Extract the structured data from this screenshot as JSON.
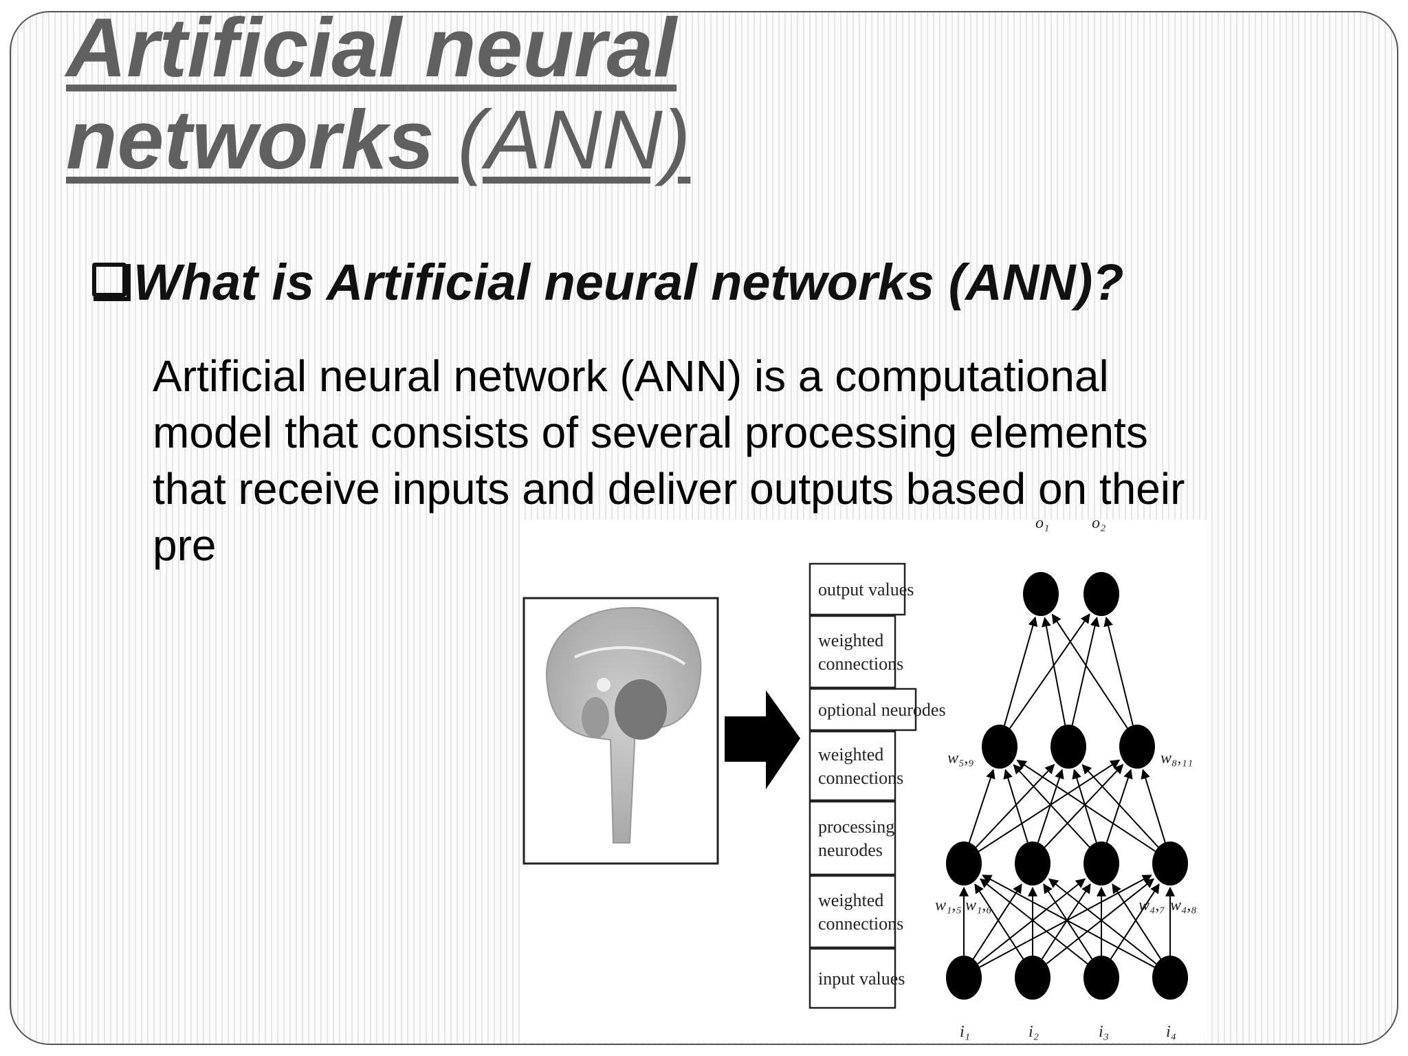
{
  "slide": {
    "title_part1": "Artificial neural",
    "title_part2_bold": "networks",
    "title_part2_light": "(ANN)",
    "question": "What is Artificial neural networks (ANN)?",
    "body": "Artificial neural network (ANN) is a computational model that consists of several processing elements that receive inputs and deliver outputs based on their pre"
  },
  "figure": {
    "layers": [
      "output values",
      "weighted\nconnections",
      "optional neurodes",
      "weighted\nconnections",
      "processing\nneurodes",
      "weighted\nconnections",
      "input values"
    ],
    "output_labels": [
      "o₁",
      "o₂"
    ],
    "input_labels": [
      "i₁",
      "i₂",
      "i₃",
      "i₄"
    ],
    "weight_labels": {
      "w59": "w₅,₉",
      "w811": "w₈,₁₁",
      "w15": "w₁,₅",
      "w16": "w₁,₆",
      "w47": "w₄,₇",
      "w48": "w₄,₈"
    }
  }
}
